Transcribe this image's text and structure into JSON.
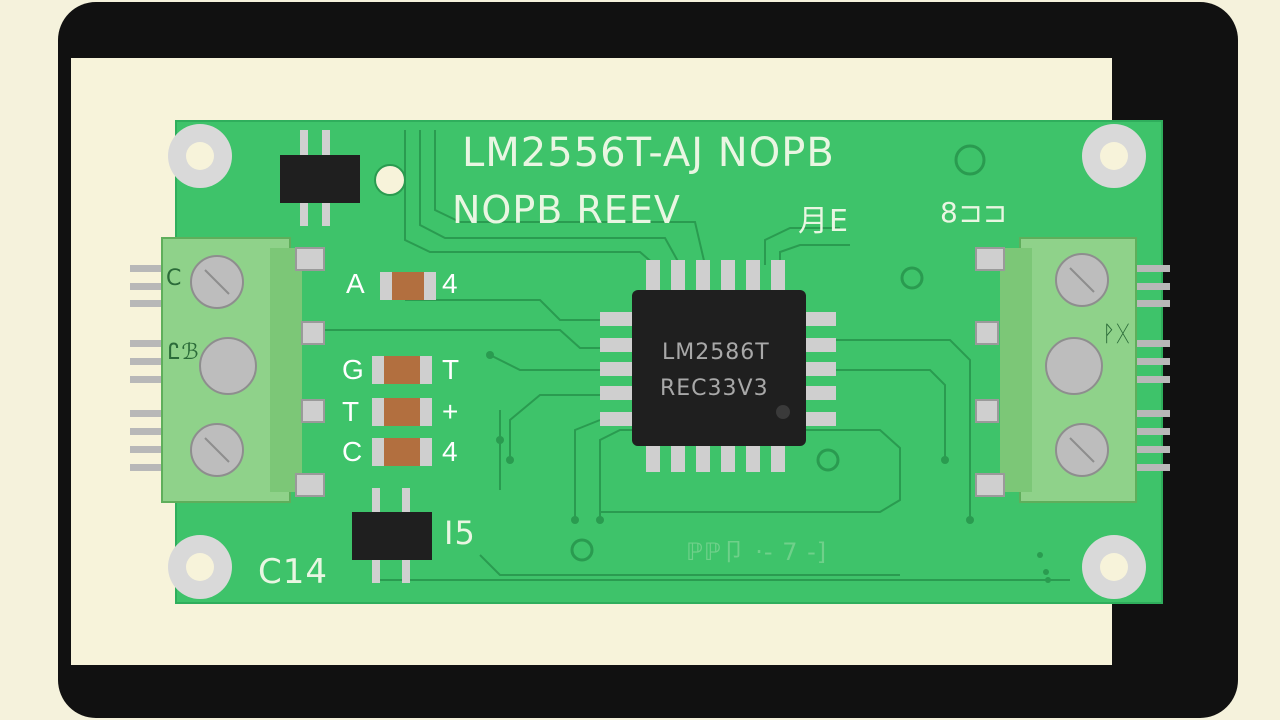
{
  "board": {
    "title_line1": "LM2556T-AJ NOPB",
    "title_line2": "NOPB REEV",
    "mark_top_mid": "月E",
    "mark_top_right": "8⊐⊐",
    "mark_bottom_mid": "ℙℙ卩 ·- 7 -]",
    "chip_line1": "LM2586T",
    "chip_line2": "REC33V3",
    "ref_c14": "C14",
    "ref_i5": "I5",
    "left_term_marks": [
      "C",
      "Ꮭℬ"
    ],
    "right_term_mark": "ᚹᚷ"
  },
  "components": {
    "resistor_a": {
      "left": "A",
      "right": "4"
    },
    "resistor_g": {
      "left": "G",
      "right": "T"
    },
    "resistor_t": {
      "left": "T",
      "right": "+"
    },
    "resistor_c": {
      "left": "C",
      "right": "4"
    }
  },
  "colors": {
    "pcb": "#3ec36a",
    "silkscreen": "#e9f6e2",
    "frame": "#111111",
    "terminal_block": "#8fd28a",
    "chip": "#1f1f1f"
  }
}
